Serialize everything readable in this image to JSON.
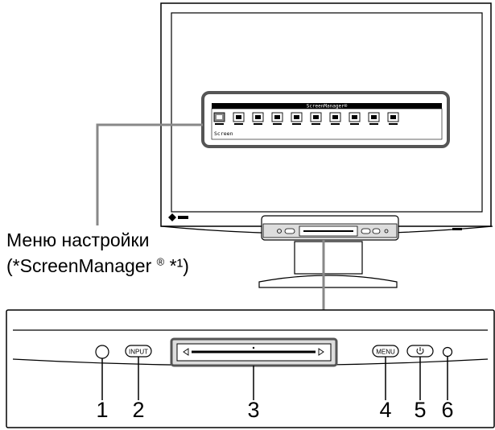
{
  "menu_label": {
    "line1": "Меню настройки",
    "line2_prefix": "(*ScreenManager",
    "registered": "®",
    "footnote": "*¹)"
  },
  "osd": {
    "title": "ScreenManager®",
    "selected_caption": "Screen",
    "icons": [
      "screen-icon",
      "color-icon",
      "sound-icon",
      "pip-icon",
      "picture-icon",
      "adjust-icon",
      "size-icon",
      "info-icon",
      "person-icon",
      "return-icon"
    ]
  },
  "buttons": {
    "input": "INPUT",
    "menu": "MENU"
  },
  "callouts": [
    "1",
    "2",
    "3",
    "4",
    "5",
    "6"
  ]
}
